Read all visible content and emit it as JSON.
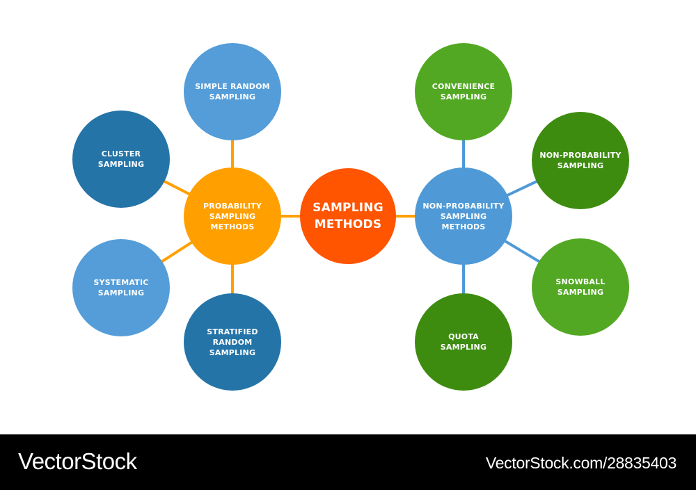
{
  "colors": {
    "center": "#ff5400",
    "probability_hub": "#ff9f00",
    "nonprobability_hub": "#4f9ad6",
    "probability_link": "#ff9f00",
    "nonprobability_link": "#4f9ad6",
    "light_blue": "#549dd8",
    "dark_blue": "#2474a8",
    "light_green": "#52a823",
    "dark_green": "#3d8c10",
    "banner_bg": "#000000",
    "banner_text": "#ffffff"
  },
  "center": {
    "label": "SAMPLING\nMETHODS"
  },
  "probability": {
    "hub_label": "PROBABILITY\nSAMPLING\nMETHODS",
    "methods": {
      "simple_random": "SIMPLE RANDOM\nSAMPLING",
      "cluster": "CLUSTER\nSAMPLING",
      "systematic": "SYSTEMATIC\nSAMPLING",
      "stratified": "STRATIFIED\nRANDOM\nSAMPLING"
    }
  },
  "non_probability": {
    "hub_label": "NON-PROBABILITY\nSAMPLING\nMETHODS",
    "methods": {
      "convenience": "CONVENIENCE\nSAMPLING",
      "non_probability": "NON-PROBABILITY\nSAMPLING",
      "snowball": "SNOWBALL\nSAMPLING",
      "quota": "QUOTA\nSAMPLING"
    }
  },
  "watermark": {
    "brand": "VectorStock",
    "image_id": "VectorStock.com/28835403"
  }
}
